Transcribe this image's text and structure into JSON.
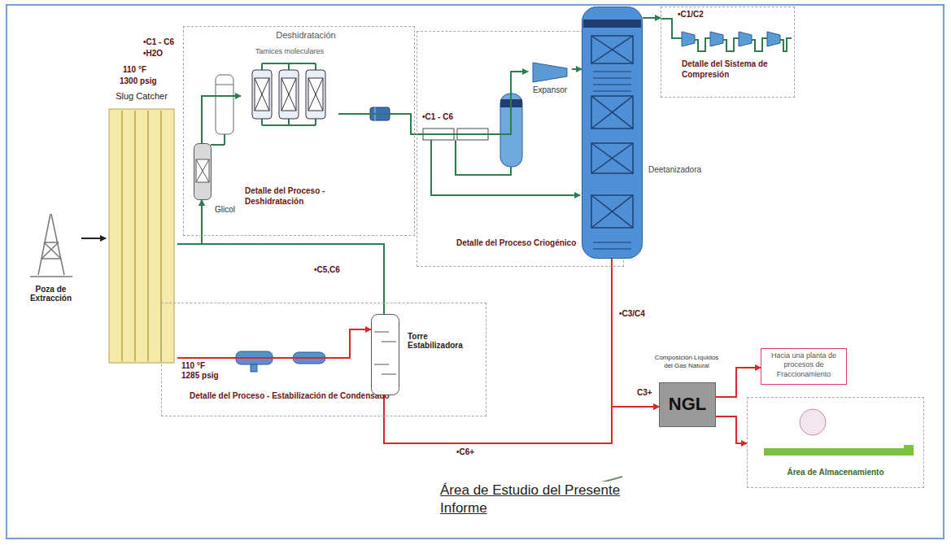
{
  "diagram": {
    "nodes": [
      {
        "text": [
          "Poza de Extracción"
        ]
      },
      {
        "text": [
          "Slug Catcher"
        ]
      },
      {
        "text": [
          "Deshidratación",
          "Detalle del Proceso - Deshidratación"
        ]
      },
      {
        "text": [
          "Glicol"
        ],
        "in": 2
      },
      {
        "text": [
          "Tamices moleculares"
        ],
        "in": 2
      },
      {
        "text": [
          "Detalle del Proceso Criogénico"
        ]
      },
      {
        "text": [
          "Expansor"
        ],
        "in": 5
      },
      {
        "text": [
          "Deetanizadora"
        ]
      },
      {
        "text": [
          "Detalle del Sistema de Compresión"
        ]
      },
      {
        "text": [
          "Detalle del Proceso - Estabilización de Condensado"
        ]
      },
      {
        "text": [
          "Torre Estabilizadora"
        ],
        "in": 9
      },
      {
        "text": [
          "Composición Líquidos del Gas Natural",
          "NGL"
        ]
      },
      {
        "text": [
          "Hacia una planta de procesos de Fraccionamiento"
        ]
      },
      {
        "text": [
          "Área de Almacenamiento"
        ]
      }
    ],
    "edges": [
      {
        "from": 0,
        "to": 1,
        "arrow": "to"
      },
      {
        "from": 1,
        "to": 3,
        "arrow": "to"
      },
      {
        "from": 3,
        "to": 4,
        "arrow": "to"
      },
      {
        "from": 4,
        "to": 6,
        "arrow": "to"
      },
      {
        "from": 6,
        "to": 7,
        "arrow": "to"
      },
      {
        "from": 7,
        "to": 8,
        "arrow": "to"
      },
      {
        "from": 1,
        "to": 10,
        "arrow": "to"
      },
      {
        "from": 10,
        "to": 3,
        "arrow": "to"
      },
      {
        "from": 7,
        "to": 11,
        "arrow": "to"
      },
      {
        "from": 10,
        "to": 11,
        "arrow": "to"
      },
      {
        "from": 11,
        "to": 12,
        "arrow": "to"
      },
      {
        "from": 11,
        "to": 13,
        "arrow": "to"
      }
    ],
    "labels": [
      "110 °F",
      "1300 psig",
      "•C1 - C6",
      "•H2O",
      "•C1 - C6",
      "•C1/C2",
      "•C5,C6",
      "•C3/C4",
      "110 °F",
      "1285 psig",
      "C3+",
      "•C6+",
      "Área de Estudio del Presente Informe"
    ]
  }
}
